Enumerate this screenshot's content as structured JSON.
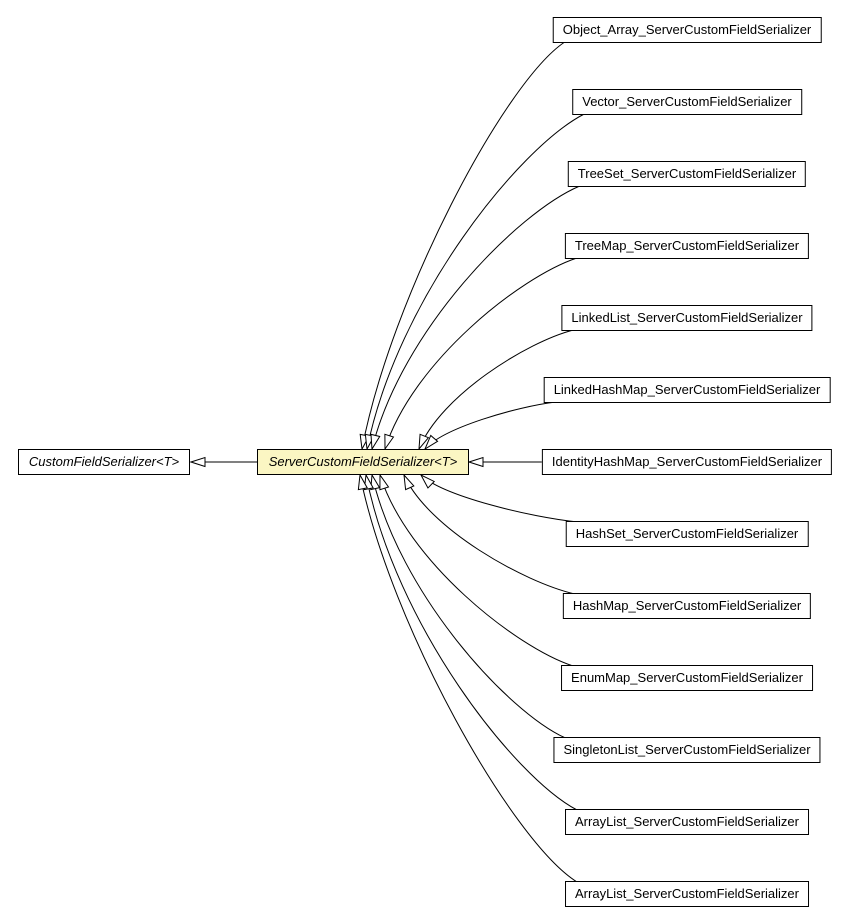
{
  "diagram": {
    "type": "class-inheritance",
    "relation": "extends (UML generalization, hollow triangle arrowheads)",
    "superclass": "CustomFieldSerializer<T>",
    "current_class": "ServerCustomFieldSerializer<T>",
    "subclasses": [
      "Object_Array_ServerCustomFieldSerializer",
      "Vector_ServerCustomFieldSerializer",
      "TreeSet_ServerCustomFieldSerializer",
      "TreeMap_ServerCustomFieldSerializer",
      "LinkedList_ServerCustomFieldSerializer",
      "LinkedHashMap_ServerCustomFieldSerializer",
      "IdentityHashMap_ServerCustomFieldSerializer",
      "HashSet_ServerCustomFieldSerializer",
      "HashMap_ServerCustomFieldSerializer",
      "EnumMap_ServerCustomFieldSerializer",
      "SingletonList_ServerCustomFieldSerializer",
      "ArrayList_ServerCustomFieldSerializer",
      "ArrayList_ServerCustomFieldSerializer"
    ],
    "colors": {
      "current_class_fill": "#FBF6C3",
      "box_fill": "#FFFFFF",
      "border": "#000000",
      "edge": "#000000",
      "background": "#FFFFFF"
    }
  }
}
